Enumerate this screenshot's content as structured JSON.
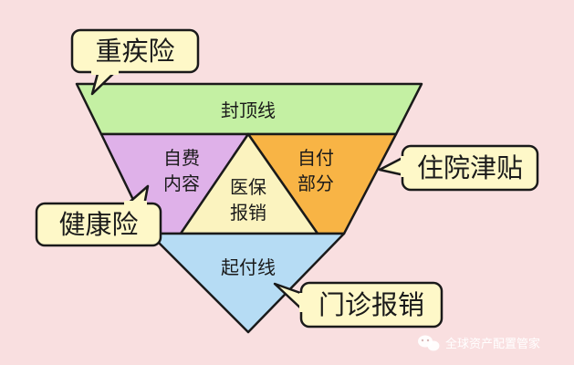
{
  "colors": {
    "background": "#f9dfe0",
    "top_band": "#c4f0a3",
    "left_section": "#dfb1e9",
    "right_section": "#f8b445",
    "center_triangle": "#fbf3bf",
    "bottom_section": "#b6dcf4",
    "callout_fill": "#fef8c8",
    "outline": "#1a1a1a"
  },
  "zones": {
    "top_band": "封顶线",
    "left_section": [
      "自费",
      "内容"
    ],
    "center_triangle": [
      "医保",
      "报销"
    ],
    "right_section": [
      "自付",
      "部分"
    ],
    "bottom_section": "起付线"
  },
  "callouts": {
    "critical_illness": "重疾险",
    "health": "健康险",
    "hospital_allowance": "住院津贴",
    "outpatient": "门诊报销"
  },
  "watermark": {
    "icon": "wechat-icon",
    "text": "全球资产配置管家"
  }
}
